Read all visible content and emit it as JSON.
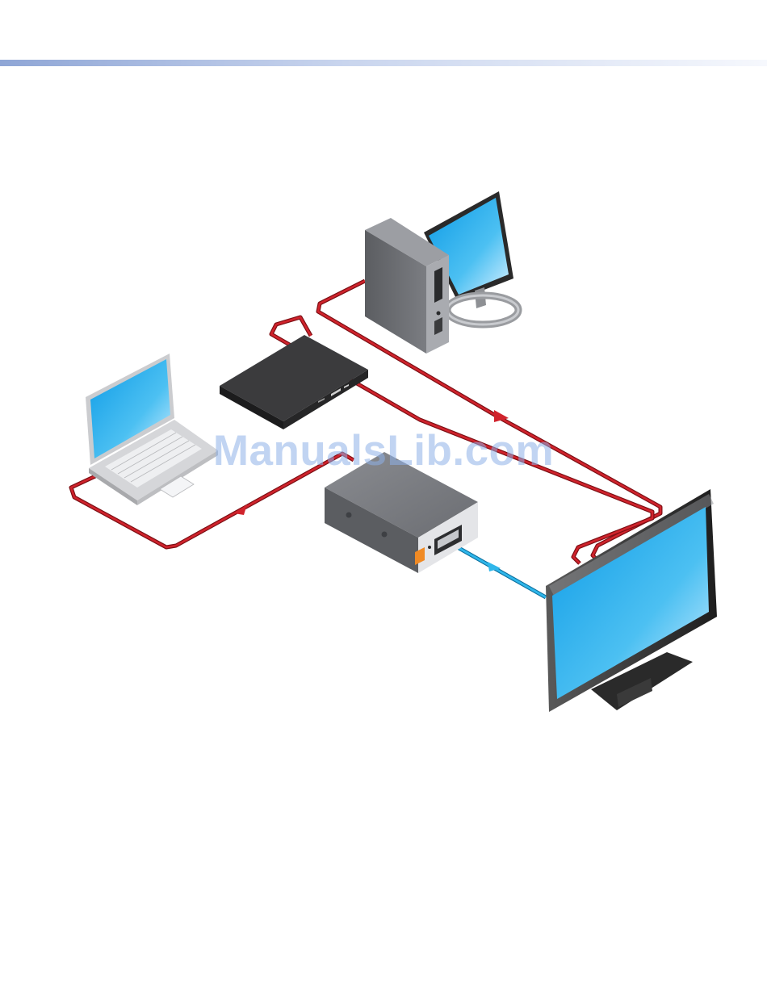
{
  "watermark": {
    "text": "ManualsLib.com"
  },
  "colors": {
    "header_rule": "#8fa6d6",
    "input_cable": "#c8202a",
    "output_cable": "#1aa6dc",
    "screen": "#1ea7ea",
    "device_dark": "#2b2b2b",
    "device_gray": "#6a6c70"
  },
  "diagram": {
    "devices": [
      {
        "id": "desktop-computer",
        "icon": "desktop-computer-icon"
      },
      {
        "id": "media-player",
        "icon": "media-player-icon"
      },
      {
        "id": "laptop",
        "icon": "laptop-icon"
      },
      {
        "id": "switcher-box",
        "icon": "switcher-icon"
      },
      {
        "id": "flat-panel-display",
        "icon": "display-icon"
      }
    ],
    "connections": [
      {
        "from": "desktop-computer",
        "to": "flat-panel-display",
        "color": "input_cable"
      },
      {
        "from": "media-player",
        "to": "flat-panel-display",
        "color": "input_cable"
      },
      {
        "from": "laptop",
        "to": "switcher-box",
        "color": "input_cable"
      },
      {
        "from": "switcher-box",
        "to": "flat-panel-display",
        "color": "output_cable"
      }
    ]
  }
}
